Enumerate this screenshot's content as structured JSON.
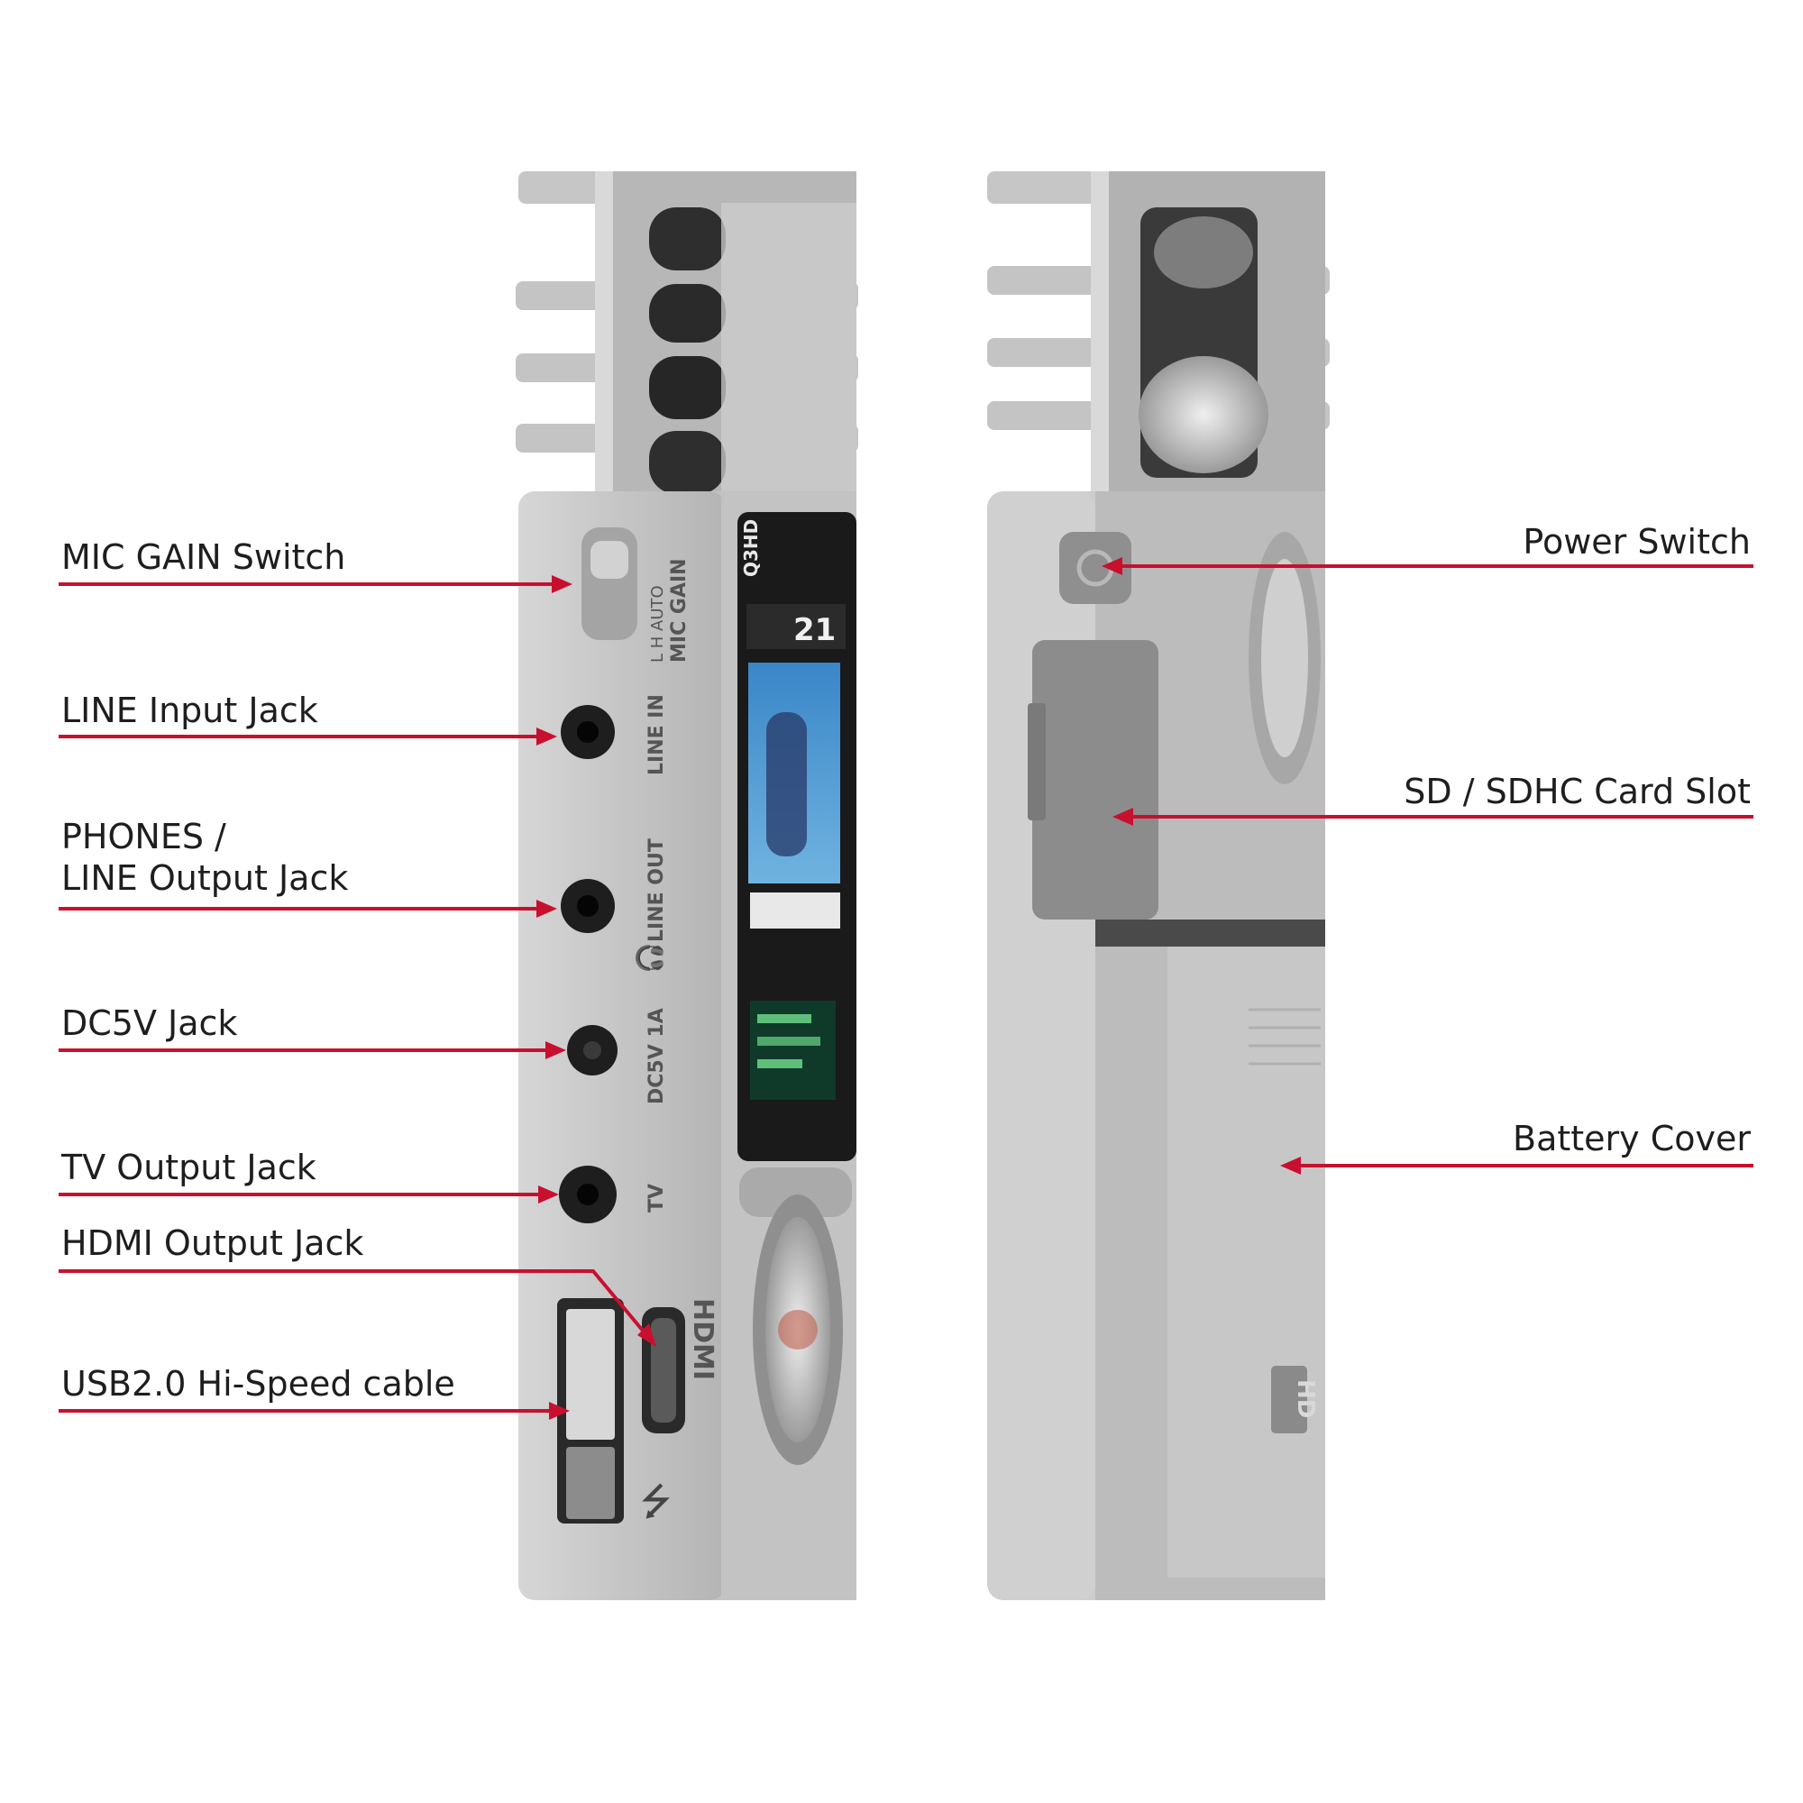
{
  "labels": {
    "mic_gain_switch": "MIC GAIN Switch",
    "line_input_jack": "LINE Input Jack",
    "phones_line_output_line1": "PHONES /",
    "phones_line_output_line2": "LINE Output Jack",
    "dc5v_jack": "DC5V Jack",
    "tv_output_jack": "TV Output Jack",
    "hdmi_output_jack": "HDMI Output Jack",
    "usb_cable": "USB2.0 Hi-Speed cable",
    "power_switch": "Power Switch",
    "sd_card_slot": "SD / SDHC Card Slot",
    "battery_cover": "Battery Cover"
  },
  "device_text": {
    "mic_gain": "MIC GAIN",
    "mic_gain_modes": "L  H  AUTO",
    "line_in": "LINE IN",
    "line_out": "LINE OUT",
    "dc5v": "DC5V 1A",
    "tv": "TV",
    "hdmi": "HDMI",
    "model": "Q3HD",
    "screen_value": "21",
    "hd_badge": "HD"
  },
  "colors": {
    "leader_line": "#c8102e",
    "device_body": "#bdbdbd",
    "label_text": "#1e1e1e"
  }
}
